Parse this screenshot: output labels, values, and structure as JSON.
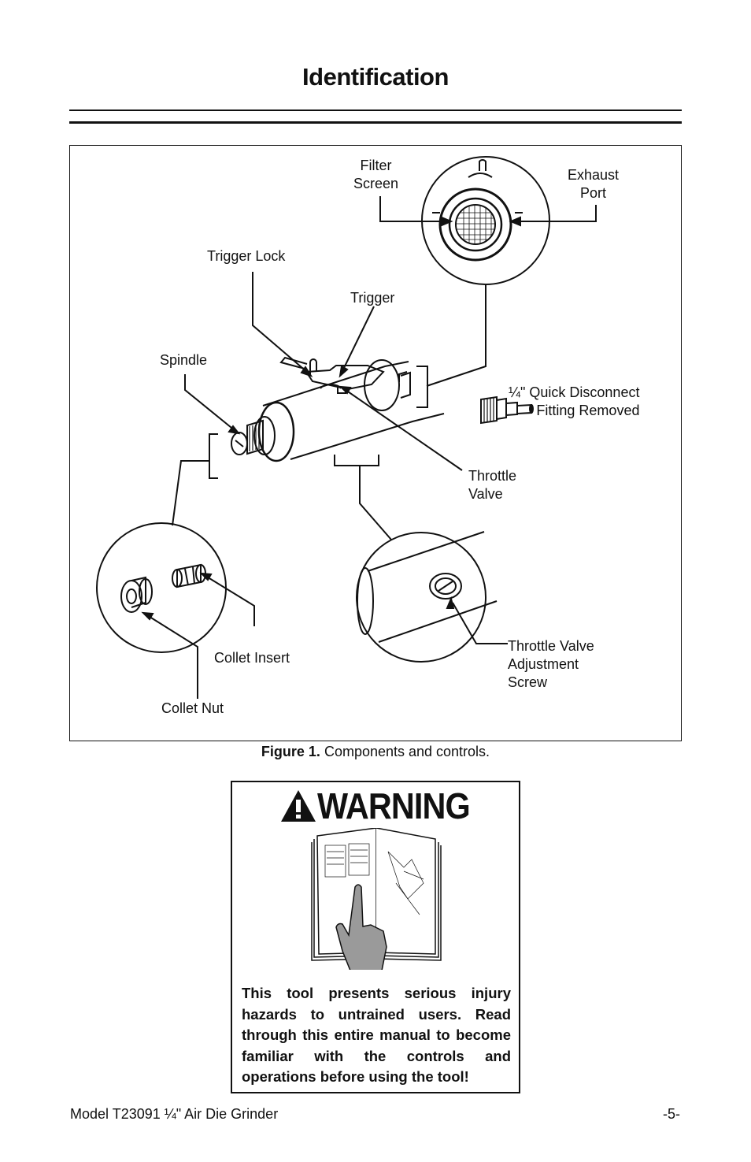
{
  "page": {
    "title": "Identification"
  },
  "figure": {
    "labels": {
      "filter_screen": "Filter\nScreen",
      "exhaust_port": "Exhaust\nPort",
      "trigger_lock": "Trigger Lock",
      "trigger": "Trigger",
      "spindle": "Spindle",
      "quick_disconnect": "¼\" Quick Disconnect\nFitting Removed",
      "throttle_valve": "Throttle\nValve",
      "collet_insert": "Collet Insert",
      "collet_nut": "Collet Nut",
      "throttle_adjust": "Throttle Valve\nAdjustment\nScrew"
    },
    "caption_bold": "Figure 1.",
    "caption_text": " Components and controls."
  },
  "warning": {
    "heading": "WARNING",
    "icon": "exclamation-triangle-icon",
    "image": "manual-reading-hand-icon",
    "text": "This tool presents serious injury hazards to untrained users. Read through this entire manual to become familiar with the controls and operations before using the tool!"
  },
  "footer": {
    "model": "Model T23091 ¼\" Air Die Grinder",
    "page_number": "-5-"
  }
}
